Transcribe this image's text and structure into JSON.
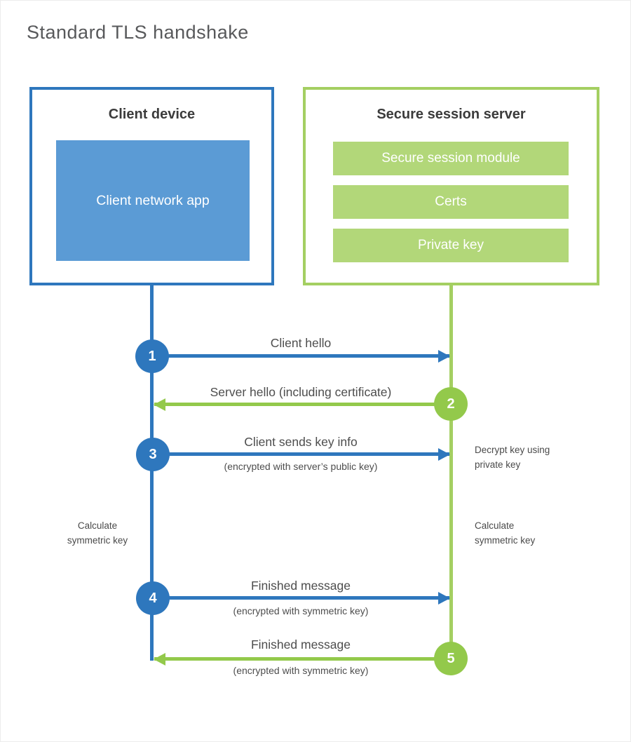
{
  "title": "Standard TLS handshake",
  "client": {
    "title": "Client device",
    "app": "Client network app"
  },
  "server": {
    "title": "Secure session server",
    "modules": [
      "Secure session module",
      "Certs",
      "Private key"
    ]
  },
  "steps": [
    {
      "num": "1",
      "label": "Client hello",
      "sub": "",
      "direction": "right",
      "color": "blue"
    },
    {
      "num": "2",
      "label": "Server hello (including certificate)",
      "sub": "",
      "direction": "left",
      "color": "green"
    },
    {
      "num": "3",
      "label": "Client sends key info",
      "sub": "(encrypted with server’s public key)",
      "direction": "right",
      "color": "blue"
    },
    {
      "num": "4",
      "label": "Finished message",
      "sub": "(encrypted with symmetric key)",
      "direction": "right",
      "color": "blue"
    },
    {
      "num": "5",
      "label": "Finished message",
      "sub": "(encrypted with symmetric key)",
      "direction": "left",
      "color": "green"
    }
  ],
  "annotations": {
    "decrypt": "Decrypt key using private key",
    "calculate_left": "Calculate symmetric key",
    "calculate_right": "Calculate symmetric key"
  },
  "colors": {
    "blue": "#2e77bd",
    "blue_fill": "#5b9bd5",
    "green": "#93c94b",
    "green_light": "#a4cf62",
    "green_fill": "#b2d779"
  }
}
